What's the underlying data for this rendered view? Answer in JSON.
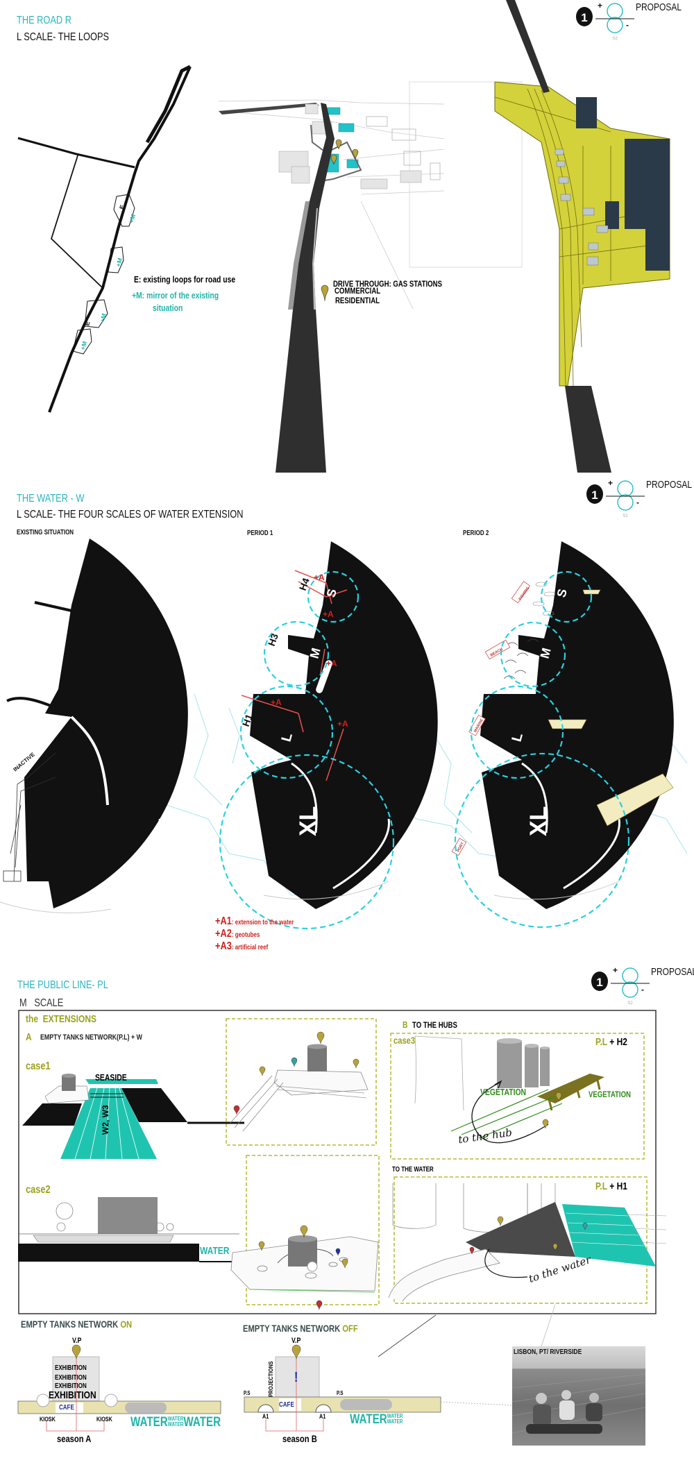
{
  "proposal": {
    "number": "1",
    "plus": "+",
    "minus": "-",
    "sub": "S2",
    "label": "PROPOSAL"
  },
  "road": {
    "title": "THE ROAD R",
    "subtitle": "L SCALE- THE LOOPS",
    "loop_e": "E",
    "loop_m": "+M",
    "legend_e": "E: existing loops for road use",
    "legend_m": "+M: mirror of the existing",
    "legend_m2": "situation",
    "drive_through": "DRIVE THROUGH: GAS STATIONS",
    "commercial": "COMMERCIAL",
    "residential": "RESIDENTIAL"
  },
  "water": {
    "title": "THE WATER - W",
    "subtitle": "L SCALE- THE FOUR SCALES OF WATER EXTENSION",
    "panels": [
      "EXISTING SITUATION",
      "PERIOD 1",
      "PERIOD 2"
    ],
    "inactive": "INACTIVE",
    "scales": [
      "S",
      "M",
      "L",
      "XL"
    ],
    "hubs": [
      "H4",
      "H3",
      "H1"
    ],
    "plus_a": "+A",
    "tags": [
      "FISHING",
      "BEACH",
      "MARINE",
      "PORT"
    ],
    "legend": [
      {
        "key": "+A1",
        "text": ": extension to the water"
      },
      {
        "key": "+A2",
        "text": ": geotubes"
      },
      {
        "key": "+A3",
        "text": ": artificial reef"
      }
    ]
  },
  "public_line": {
    "title": "THE PUBLIC LINE- PL",
    "scale": "M   SCALE",
    "extensions_the": "the",
    "extensions": "EXTENSIONS",
    "a_letter": "A",
    "a_text": "EMPTY TANKS NETWORK(P.L) + W",
    "case1": "case1",
    "seaside": "SEASIDE",
    "w23": "W2, W3",
    "case2": "case2",
    "water": "WATER",
    "b_letter": "B",
    "b_text": "TO THE HUBS",
    "case3": "case3",
    "pl": "P.L",
    "h2": "+ H2",
    "vegetation": "VEGETATION",
    "to_hub": "to the hub",
    "to_water_title": "TO THE WATER",
    "h1": "+ H1",
    "to_water": "to the water",
    "network_on": {
      "prefix": "EMPTY TANKS NETWORK",
      "state": "ON"
    },
    "network_off": {
      "prefix": "EMPTY TANKS NETWORK",
      "state": "OFF"
    },
    "vp": "V.P",
    "exhibition": "EXHIBITION",
    "cafe": "CAFE",
    "kiosk": "KIOSK",
    "water_word": "WATER",
    "season_a": "season A",
    "projections": "PROJECTIONS",
    "ps": "P.S",
    "a1": "A1",
    "season_b": "season B",
    "photo_caption": "LISBON, PT/ RIVERSIDE"
  },
  "colors": {
    "teal": "#1fb5a8",
    "cyan": "#2bb5c0",
    "olive": "#9aa21c",
    "red": "#d0201c",
    "yellow": "#d4d23a",
    "dark": "#111111"
  }
}
